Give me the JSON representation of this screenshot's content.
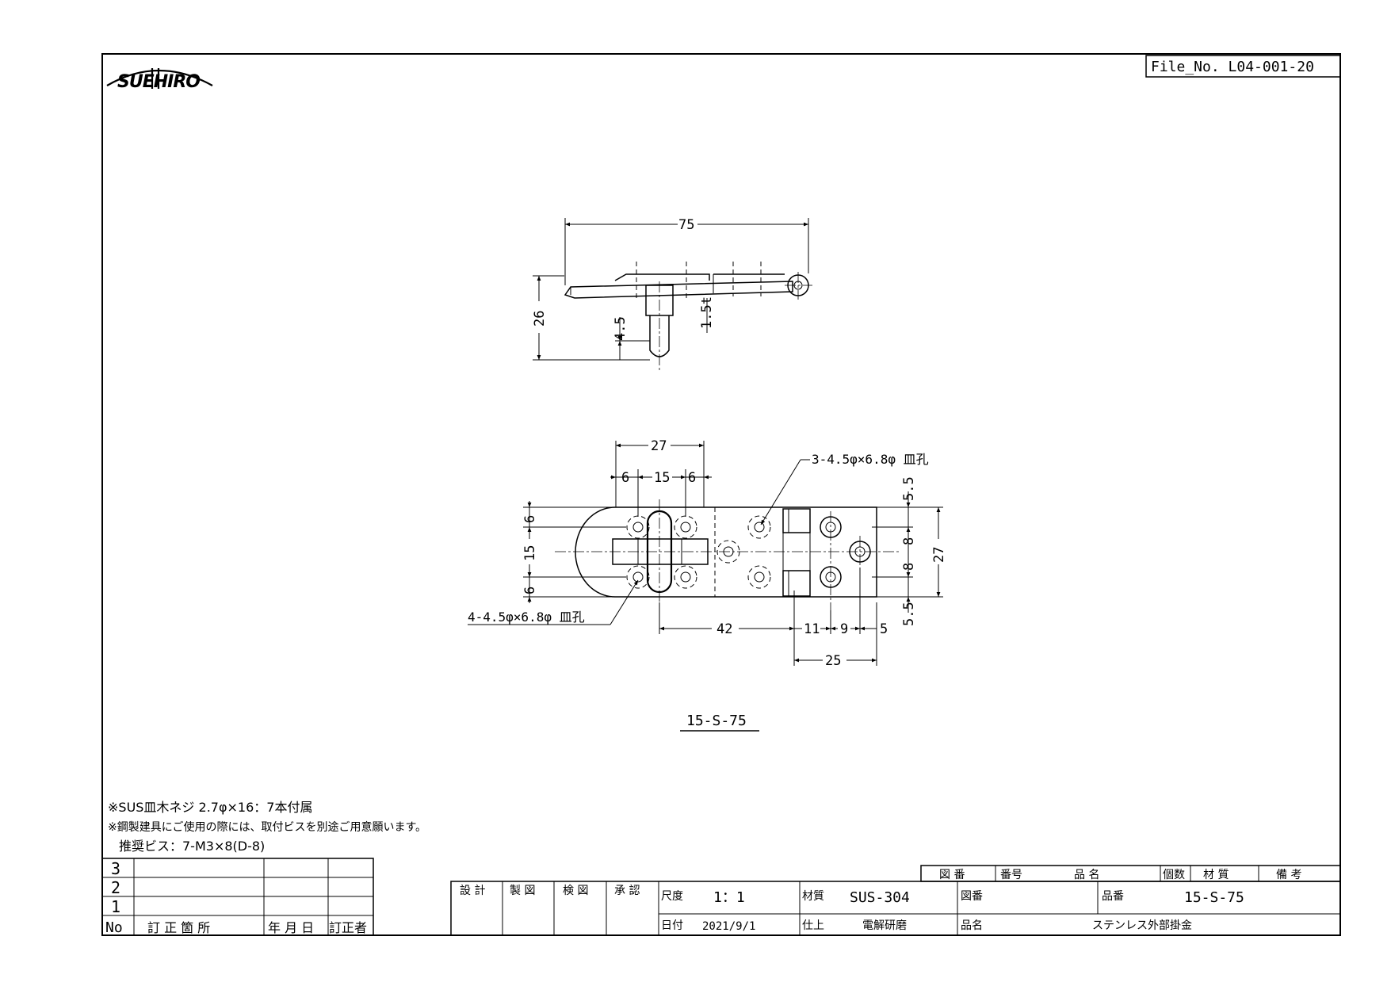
{
  "header": {
    "logo_text": "SUEHIRO",
    "file_no": "File_No. L04-001-20"
  },
  "dimensions": {
    "side": {
      "overall_length": "75",
      "height": "26",
      "pin": "4.5",
      "thickness": "1.5t"
    },
    "plan": {
      "total_width": "27",
      "left_offset": "6",
      "hole_span": "15",
      "right_offset": "6",
      "holes_right": "3-4.5φ×6.8φ 皿孔",
      "holes_left": "4-4.5φ×6.8φ 皿孔",
      "left_v_top": "6",
      "left_v_mid": "15",
      "left_v_bot": "6",
      "right_top": "5.5",
      "right_8a": "8",
      "right_8b": "8",
      "right_bot": "5.5",
      "right_27": "27",
      "dist_42": "42",
      "dist_11": "11",
      "dist_9": "9",
      "dist_5": "5",
      "dist_25": "25"
    }
  },
  "model_label": "15-S-75",
  "notes": [
    "※SUS皿木ネジ 2.7φ×16：7本付属",
    "※鋼製建具にご使用の際には、取付ビスを別途ご用意願います。",
    "推奨ビス：7-M3×8(D-8)"
  ],
  "revision_table": {
    "rows": [
      "3",
      "2",
      "1"
    ],
    "headers": {
      "no": "No",
      "item": "訂 正 箇 所",
      "date": "年 月 日",
      "person": "訂正者"
    }
  },
  "title_block": {
    "roles": [
      "設 計",
      "製 図",
      "検 図",
      "承 認"
    ],
    "scale_label": "尺度",
    "scale_value": "1：1",
    "material_label": "材質",
    "material_value": "SUS-304",
    "drawing_no_label": "図番",
    "product_no_label": "品番",
    "product_no_value": "15-S-75",
    "date_label": "日付",
    "date_value": "2021/9/1",
    "finish_label": "仕上",
    "finish_value": "電解研磨",
    "product_name_label": "品名",
    "product_name_value": "ステンレス外部掛金",
    "parts_headers": [
      "図 番",
      "番号",
      "品 名",
      "個数",
      "材 質",
      "備 考"
    ]
  }
}
